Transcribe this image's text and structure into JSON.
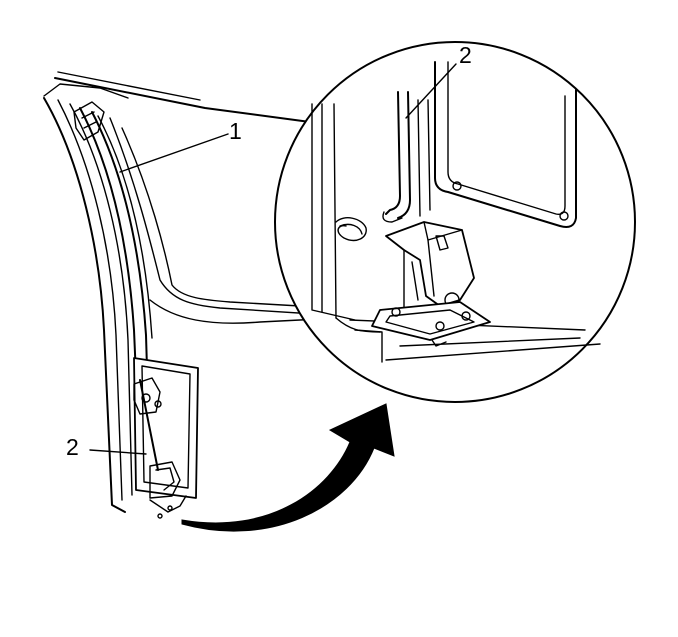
{
  "diagram": {
    "callouts": [
      {
        "id": "c1",
        "label": "1"
      },
      {
        "id": "c2-detail",
        "label": "2"
      },
      {
        "id": "c2-main",
        "label": "2"
      }
    ]
  }
}
